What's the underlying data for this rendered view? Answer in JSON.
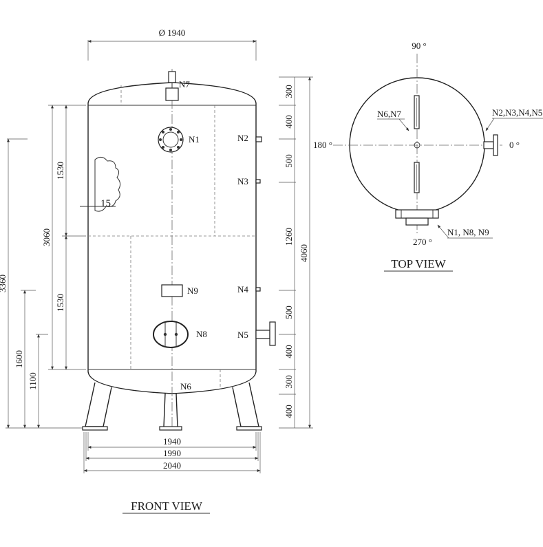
{
  "front_view": {
    "title": "FRONT VIEW",
    "diameter": "Ø 1940",
    "nozzles": {
      "n7": "N7",
      "n1": "N1",
      "n2": "N2",
      "n3": "N3",
      "n4": "N4",
      "n5": "N5",
      "n6": "N6",
      "n8": "N8",
      "n9": "N9"
    },
    "cloud_mark": "15",
    "left_dims": {
      "d3360": "3360",
      "d3060": "3060",
      "d1530_top": "1530",
      "d1530_bottom": "1530",
      "d1600": "1600",
      "d1100": "1100"
    },
    "right_dims": {
      "d300_top": "300",
      "d400_top": "400",
      "d500_top": "500",
      "d1260": "1260",
      "d500_bottom": "500",
      "d400_bottom": "400",
      "d300_bottom": "300",
      "d400_leg": "400",
      "d4060": "4060"
    },
    "bottom_dims": {
      "d1940": "1940",
      "d1990": "1990",
      "d2040": "2040"
    }
  },
  "top_view": {
    "title": "TOP VIEW",
    "angle_90": "90 °",
    "angle_180": "180 °",
    "angle_0": "0 °",
    "angle_270": "270 °",
    "label_n6n7": "N6,N7",
    "label_right": "N2,N3,N4,N5",
    "label_bottom": "N1, N8, N9"
  }
}
